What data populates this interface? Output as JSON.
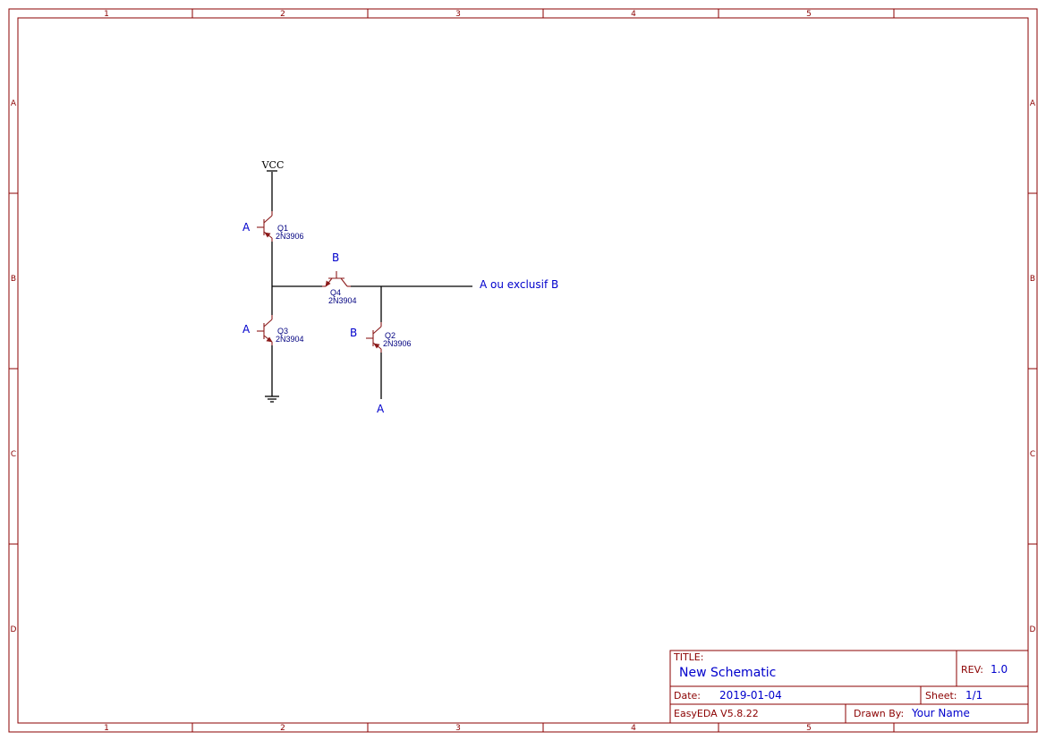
{
  "frame": {
    "columns": [
      "1",
      "2",
      "3",
      "4",
      "5"
    ],
    "rows": [
      "A",
      "B",
      "C",
      "D"
    ]
  },
  "schematic": {
    "power": {
      "vcc_label": "VCC"
    },
    "transistors": [
      {
        "designator": "Q1",
        "part": "2N3906",
        "base_net": "A"
      },
      {
        "designator": "Q3",
        "part": "2N3904",
        "base_net": "A"
      },
      {
        "designator": "Q4",
        "part": "2N3904",
        "base_net": "B"
      },
      {
        "designator": "Q2",
        "part": "2N3906",
        "base_net": "B"
      }
    ],
    "nets": {
      "output": "A ou exclusif B",
      "q2_emitter": "A"
    }
  },
  "title_block": {
    "title_caption": "TITLE:",
    "title": "New Schematic",
    "rev_caption": "REV:",
    "rev": "1.0",
    "date_caption": "Date:",
    "date": "2019-01-04",
    "sheet_caption": "Sheet:",
    "sheet": "1/1",
    "software": "EasyEDA V5.8.22",
    "drawn_by_caption": "Drawn By:",
    "drawn_by": "Your Name"
  },
  "colors": {
    "frame": "#8b0000",
    "part": "#8b1a1a",
    "wire": "#000000",
    "net_label": "#0000cc",
    "designator": "#000080"
  }
}
